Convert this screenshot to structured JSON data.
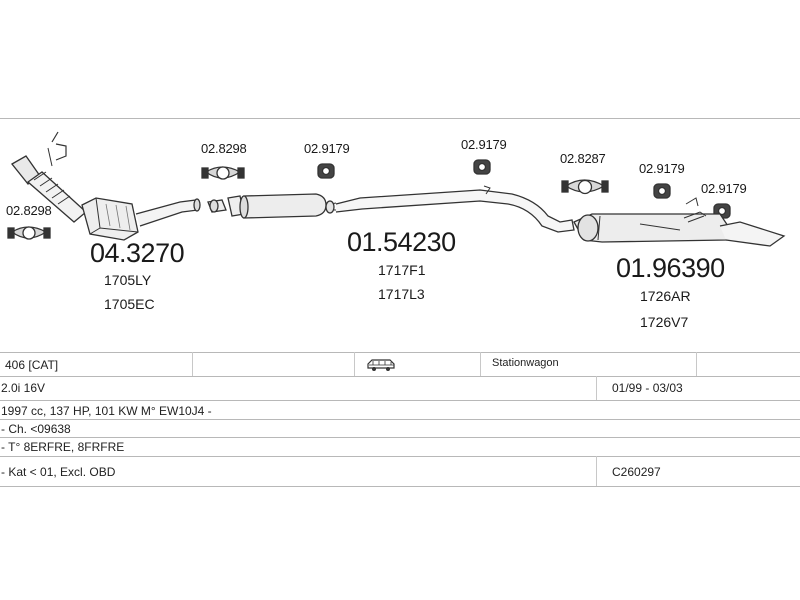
{
  "parts": {
    "clamp_left": "02.8298",
    "cat_code": "04.3270",
    "cat_ref1": "1705LY",
    "cat_ref2": "1705EC",
    "clamp_mid": "02.8298",
    "ring_mid1": "02.9179",
    "mid_code": "01.54230",
    "mid_ref1": "1717F1",
    "mid_ref2": "1717L3",
    "ring_mid2": "02.9179",
    "clamp_rear": "02.8287",
    "ring_rear1": "02.9179",
    "ring_rear2": "02.9179",
    "rear_code": "01.96390",
    "rear_ref1": "1726AR",
    "rear_ref2": "1726V7"
  },
  "vehicle": {
    "model": "406  [CAT]",
    "body_icon": "station-wagon-icon",
    "body_type": "Stationwagon",
    "engine": "2.0i 16V",
    "period": "01/99 - 03/03",
    "specs": "1997 cc, 137 HP, 101 KW M° EW10J4 -",
    "chassis": "- Ch. <09638",
    "type_codes": "- T° 8ERFRE, 8FRFRE",
    "notes": "- Kat < 01, Excl. OBD",
    "ref_code": "C260297"
  }
}
